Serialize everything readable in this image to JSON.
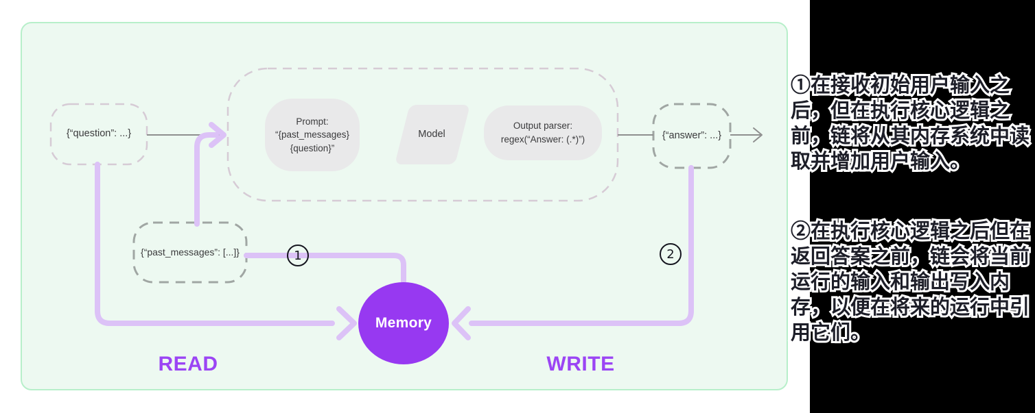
{
  "diagram": {
    "nodes": {
      "question": "{“question”: ...}",
      "past_messages": "{“past_messages”: [...]}",
      "prompt": "Prompt:\n“{past_messages}\n{question}”",
      "model": "Model",
      "output_parser": "Output parser:\nregex(“Answer: (.*)”)",
      "answer": "{“answer”: ...}",
      "memory": "Memory"
    },
    "labels": {
      "read": "READ",
      "write": "WRITE"
    },
    "markers": {
      "step1": "1",
      "step2": "2"
    },
    "colors": {
      "box_bg": "#edf9f1",
      "box_border": "#b7efca",
      "node_fill": "#e9e9ea",
      "dash_light": "#d6cbd5",
      "dash_dark": "#a0a6a3",
      "connector": "#dcc2f7",
      "gray_line": "#8e8e8e",
      "memory_fill": "#9739f1",
      "read_write": "#9b45f4",
      "panel_bg": "#000000",
      "note_fill": "#1d1e28",
      "note_stroke": "#ffffff"
    }
  },
  "notes": {
    "step1": "①在接收初始用户输入之后，但在执行核心逻辑之前，链将从其内存系统中读取并增加用户输入。",
    "step2": "②在执行核心逻辑之后但在返回答案之前，链会将当前运行的输入和输出写入内存，以便在将来的运行中引用它们。"
  }
}
